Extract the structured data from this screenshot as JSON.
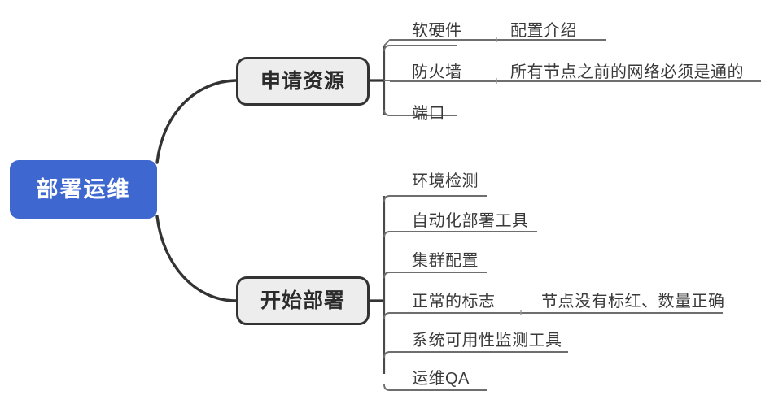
{
  "diagram": {
    "type": "mindmap",
    "title": "部署运维",
    "colors": {
      "root_fill": "#3E68D0",
      "root_text": "#FFFFFF",
      "branch_fill": "#EDEDED",
      "branch_border": "#333333",
      "branch_text": "#2B2B2B",
      "leaf_text": "#3A3A3A",
      "connector": "#333333",
      "leaf_line": "#6E6E6E",
      "background": "#FFFFFF"
    },
    "root": {
      "label": "部署运维"
    },
    "branches": [
      {
        "label": "申请资源",
        "items": [
          {
            "label": "软硬件",
            "sub": "配置介绍"
          },
          {
            "label": "防火墙",
            "sub": "所有节点之前的网络必须是通的"
          },
          {
            "label": "端口",
            "sub": ""
          }
        ]
      },
      {
        "label": "开始部署",
        "items": [
          {
            "label": "环境检测",
            "sub": ""
          },
          {
            "label": "自动化部署工具",
            "sub": ""
          },
          {
            "label": "集群配置",
            "sub": ""
          },
          {
            "label": "正常的标志",
            "sub": "节点没有标红、数量正确"
          },
          {
            "label": "系统可用性监测工具",
            "sub": ""
          },
          {
            "label": "运维QA",
            "sub": ""
          }
        ]
      }
    ]
  }
}
